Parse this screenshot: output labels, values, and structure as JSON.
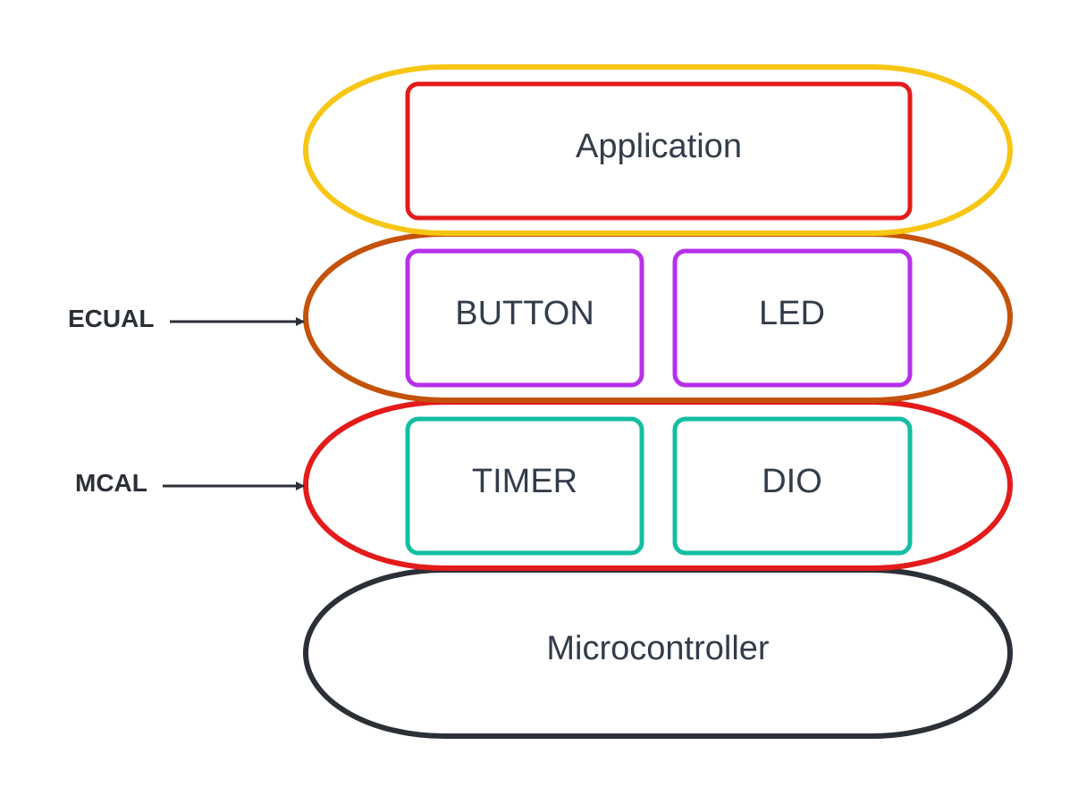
{
  "colors": {
    "application_layer": "#f7c614",
    "application_box": "#e31b1b",
    "ecual_layer": "#c4520a",
    "ecual_box": "#b630eb",
    "mcal_layer": "#e31b1b",
    "mcal_box": "#12bea2",
    "microcontroller_layer": "#2b2f36",
    "arrow": "#2b2f36",
    "text": "#333c4a"
  },
  "layers": {
    "application": {
      "module": "Application"
    },
    "ecual": {
      "side_label": "ECUAL",
      "modules": [
        "BUTTON",
        "LED"
      ]
    },
    "mcal": {
      "side_label": "MCAL",
      "modules": [
        "TIMER",
        "DIO"
      ]
    },
    "microcontroller": {
      "label": "Microcontroller"
    }
  }
}
